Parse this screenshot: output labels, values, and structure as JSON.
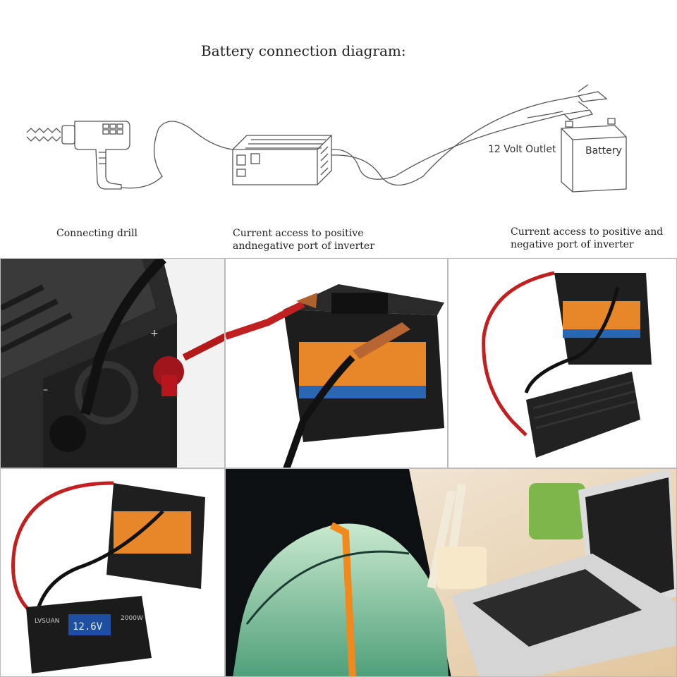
{
  "diagram": {
    "title": "Battery connection diagram:",
    "sketch_labels": {
      "outlet": "12 Volt Outlet",
      "battery": "Battery"
    },
    "captions": {
      "drill": "Connecting drill",
      "inverter_line1": "Current access to positive",
      "inverter_line2": "andnegative port of inverter",
      "battery_line1": "Current access to positive and",
      "battery_line2": "negative port of inverter"
    }
  },
  "photos": {
    "inverter_brand": "LVSUAN",
    "inverter_power": "2000W",
    "display_value": "12.6V"
  }
}
